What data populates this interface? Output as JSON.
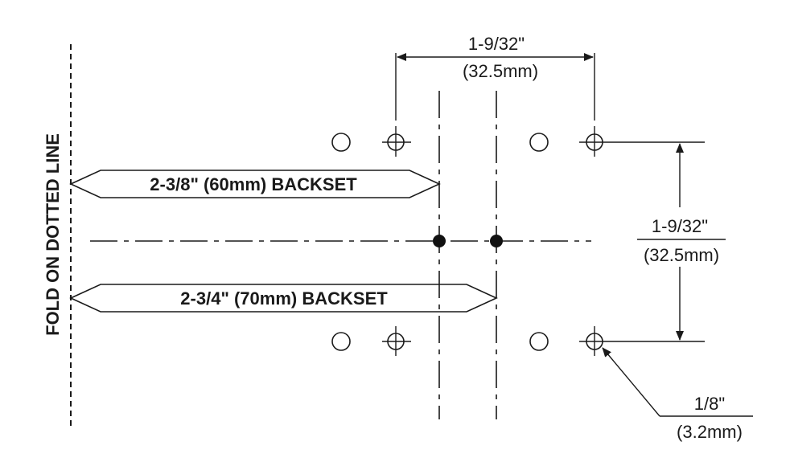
{
  "fold_label": "FOLD ON DOTTED LINE",
  "backset_60": "2-3/8\" (60mm) BACKSET",
  "backset_70": "2-3/4\" (70mm) BACKSET",
  "horizontal_spacing": {
    "imperial": "1-9/32\"",
    "metric": "(32.5mm)"
  },
  "vertical_spacing": {
    "imperial": "1-9/32\"",
    "metric": "(32.5mm)"
  },
  "hole_size": {
    "imperial": "1/8\"",
    "metric": "(3.2mm)"
  }
}
